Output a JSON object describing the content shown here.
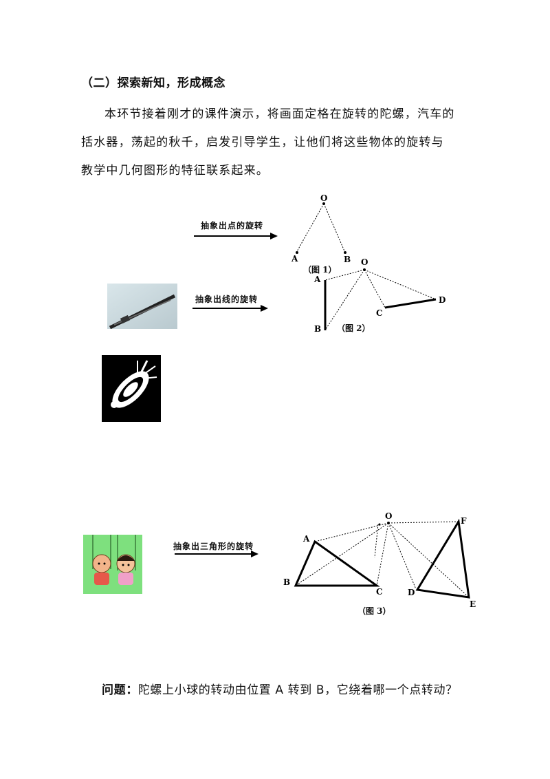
{
  "heading": "（二）探索新知，形成概念",
  "paragraph": {
    "line1": "本环节接着刚才的课件演示，将画面定格在旋转的陀螺，汽车的",
    "line2": "括水器，荡起的秋千，启发引导学生，让他们将这些物体的旋转与",
    "line3": "教学中几何图形的特征联系起来。"
  },
  "arrows": {
    "point": "抽象出点的旋转",
    "line": "抽象出线的旋转",
    "triangle": "抽象出三角形的旋转"
  },
  "figures": {
    "fig1": {
      "caption": "（图 1）",
      "labels": {
        "O": "O",
        "A": "A",
        "B": "B"
      }
    },
    "fig2": {
      "caption": "（图 2）",
      "labels": {
        "O": "O",
        "A": "A",
        "B": "B",
        "C": "C",
        "D": "D"
      }
    },
    "fig3": {
      "caption": "（图 3）",
      "labels": {
        "O": "O",
        "A": "A",
        "B": "B",
        "C": "C",
        "D": "D",
        "E": "E",
        "F": "F"
      }
    }
  },
  "question": {
    "label": "问题：",
    "text": "陀螺上小球的转动由位置 A 转到 B，它绕着哪一个点转动？"
  }
}
